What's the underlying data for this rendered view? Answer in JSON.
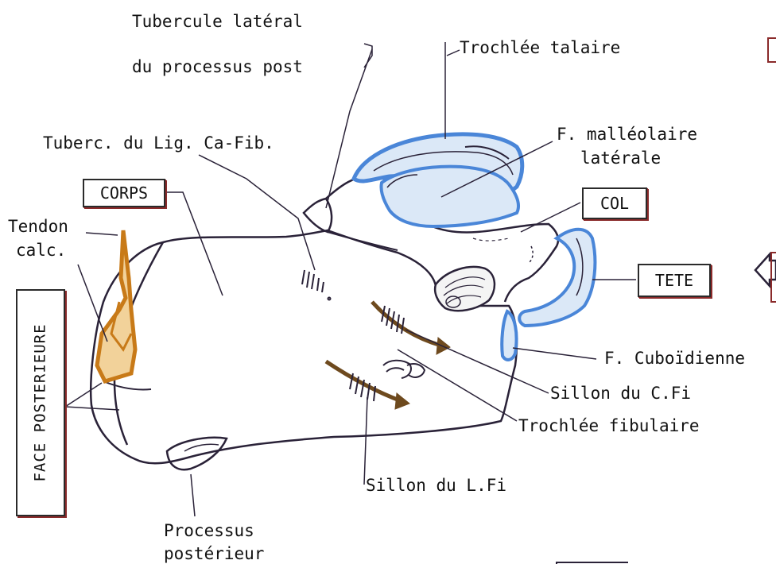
{
  "labels": {
    "tubercule_lateral_1": "Tubercule latéral",
    "tubercule_lateral_2": "du processus post",
    "trochlee_talaire": "Trochlée talaire",
    "tuberc_lig": "Tuberc. du Lig. Ca-Fib.",
    "f_malleolaire_1": "F. malléolaire",
    "f_malleolaire_2": "latérale",
    "corps": "CORPS",
    "col": "COL",
    "tendon_1": "Tendon",
    "tendon_2": "calc.",
    "tete": "TETE",
    "face_posterieure": "FACE POSTERIEURE",
    "f_cuboidienne": "F. Cuboïdienne",
    "sillon_cfi": "Sillon du C.Fi",
    "trochlee_fibulaire": "Trochlée fibulaire",
    "sillon_lfi": "Sillon du L.Fi",
    "processus_post_1": "Processus",
    "processus_post_2": "postérieur"
  },
  "colors": {
    "outline": "#2a2238",
    "articular_blue": "#4a86d8",
    "articular_fill": "#dbe8f7",
    "tendon_orange": "#c87a18",
    "groove_brown": "#6e4a1e",
    "box_shadow": "#8a2a2a"
  }
}
